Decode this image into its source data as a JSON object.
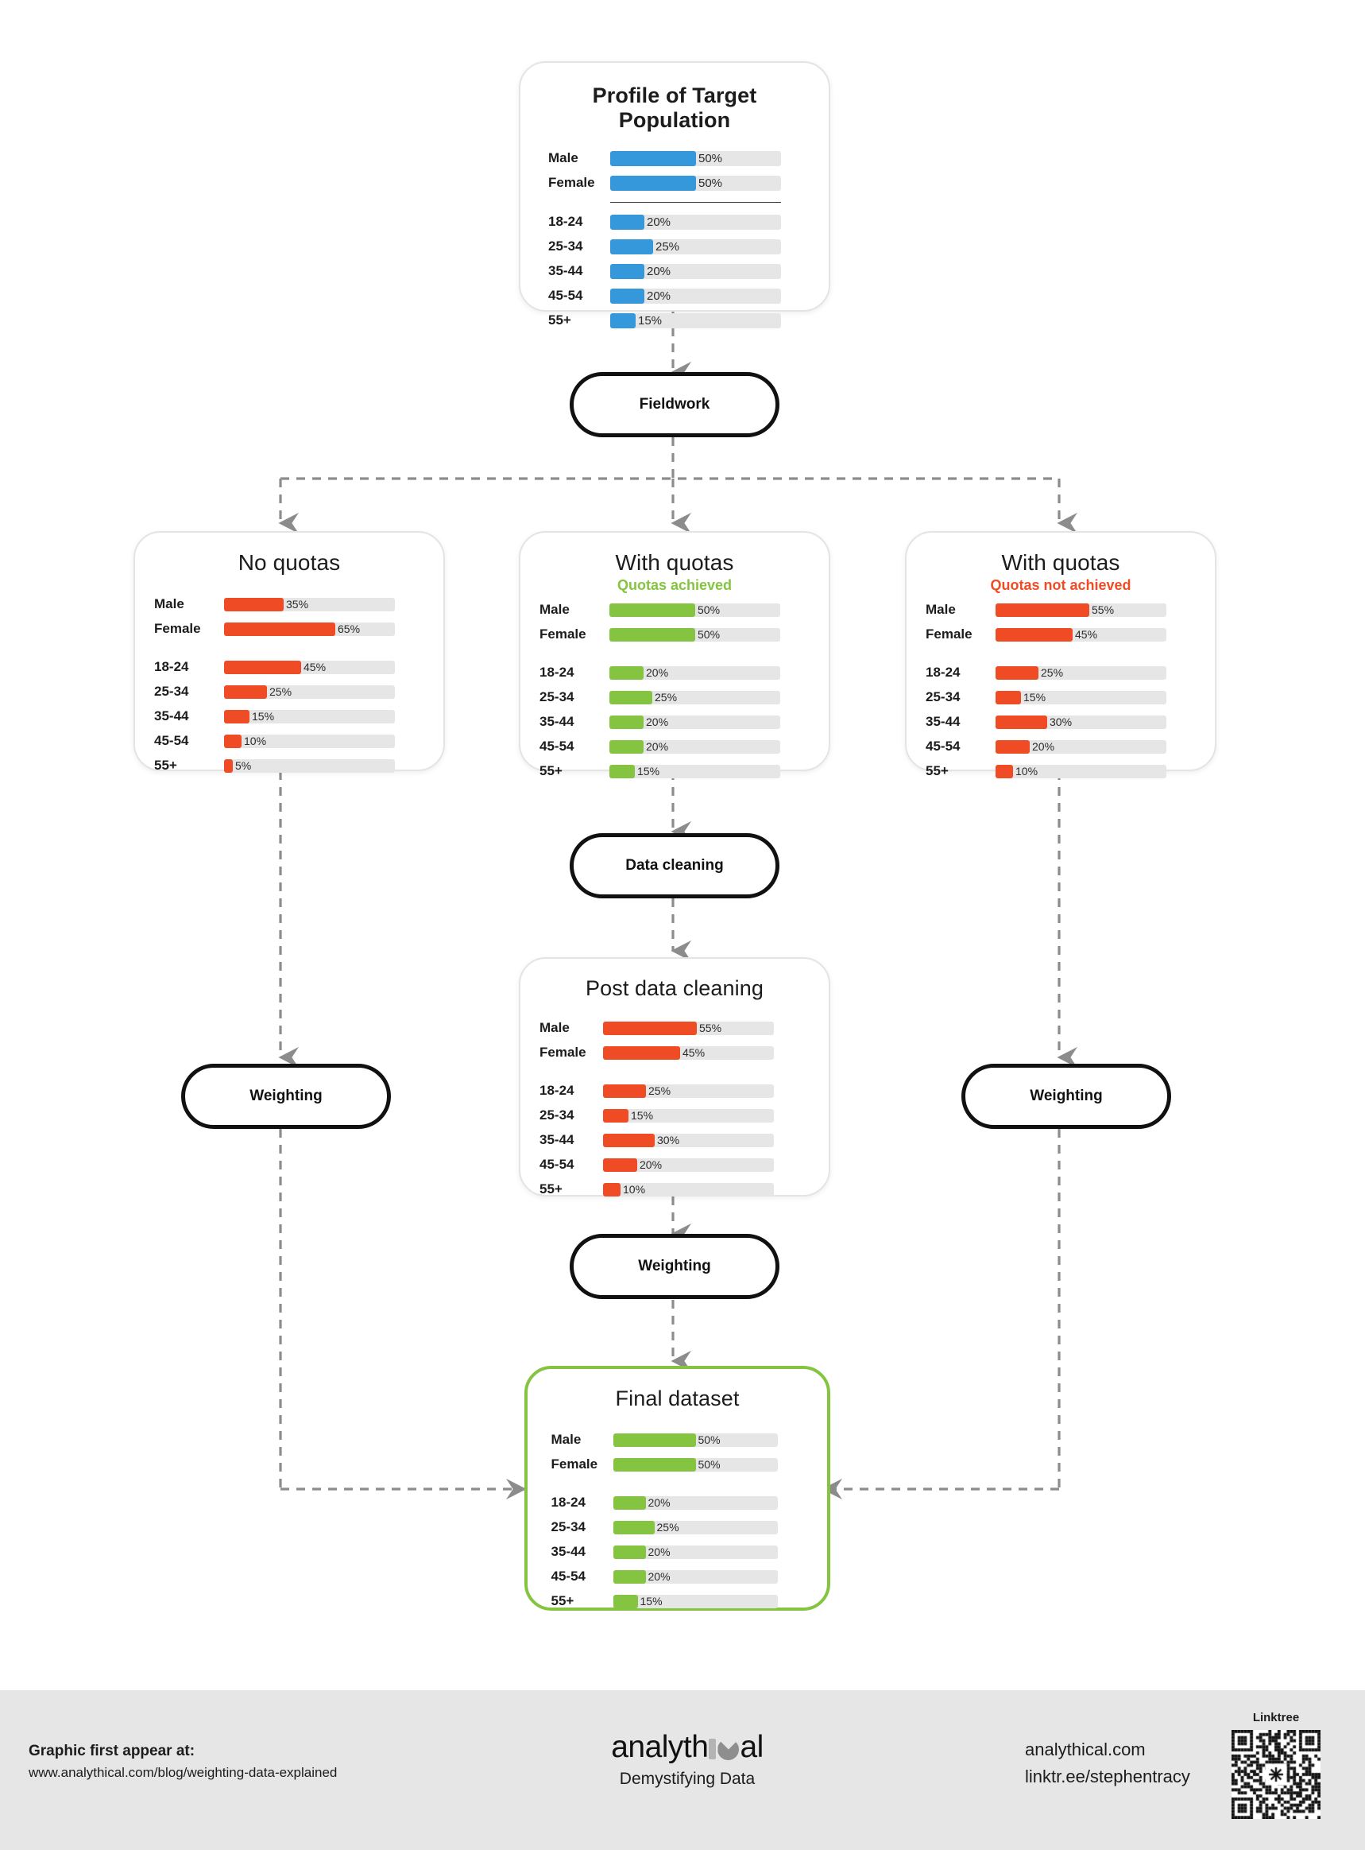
{
  "meta": {
    "background": "#ffffff",
    "colors": {
      "blue": "#3498db",
      "red": "#ef4b25",
      "green": "#85c440",
      "track": "#e6e6e6",
      "footer_bg": "#e6e6e6"
    }
  },
  "chart_data": {
    "type": "bar",
    "title": "Weighting data explained — survey sample flow",
    "xlabel": "",
    "ylabel": "",
    "xlim": [
      0,
      100
    ],
    "grid": false,
    "legend": "none",
    "categories": [
      "Male",
      "Female",
      "18-24",
      "25-34",
      "35-44",
      "45-54",
      "55+"
    ],
    "series": [
      {
        "name": "Profile of Target Population",
        "color": "#3498db",
        "values": [
          50,
          50,
          20,
          25,
          20,
          20,
          15
        ]
      },
      {
        "name": "No quotas",
        "color": "#ef4b25",
        "values": [
          35,
          65,
          45,
          25,
          15,
          10,
          5
        ]
      },
      {
        "name": "With quotas – Quotas achieved",
        "color": "#85c440",
        "values": [
          50,
          50,
          20,
          25,
          20,
          20,
          15
        ]
      },
      {
        "name": "With quotas – Quotas not achieved",
        "color": "#ef4b25",
        "values": [
          55,
          45,
          25,
          15,
          30,
          20,
          10
        ]
      },
      {
        "name": "Post data cleaning",
        "color": "#ef4b25",
        "values": [
          55,
          45,
          25,
          15,
          30,
          20,
          10
        ]
      },
      {
        "name": "Final dataset",
        "color": "#85c440",
        "values": [
          50,
          50,
          20,
          25,
          20,
          20,
          15
        ]
      }
    ]
  },
  "cards": {
    "target": {
      "title": "Profile of Target Population",
      "subtitle": "",
      "bar_color": "blue",
      "rows": [
        {
          "label": "Male",
          "value": 50,
          "value_text": "50%"
        },
        {
          "label": "Female",
          "value": 50,
          "value_text": "50%"
        },
        {
          "label": "18-24",
          "value": 20,
          "value_text": "20%"
        },
        {
          "label": "25-34",
          "value": 25,
          "value_text": "25%"
        },
        {
          "label": "35-44",
          "value": 20,
          "value_text": "20%"
        },
        {
          "label": "45-54",
          "value": 20,
          "value_text": "20%"
        },
        {
          "label": "55+",
          "value": 15,
          "value_text": "15%"
        }
      ]
    },
    "no_quotas": {
      "title": "No quotas",
      "subtitle": "",
      "bar_color": "red",
      "rows": [
        {
          "label": "Male",
          "value": 35,
          "value_text": "35%"
        },
        {
          "label": "Female",
          "value": 65,
          "value_text": "65%"
        },
        {
          "label": "18-24",
          "value": 45,
          "value_text": "45%"
        },
        {
          "label": "25-34",
          "value": 25,
          "value_text": "25%"
        },
        {
          "label": "35-44",
          "value": 15,
          "value_text": "15%"
        },
        {
          "label": "45-54",
          "value": 10,
          "value_text": "10%"
        },
        {
          "label": "55+",
          "value": 5,
          "value_text": "5%"
        }
      ]
    },
    "quotas_achieved": {
      "title": "With quotas",
      "subtitle": "Quotas achieved",
      "subtitle_color": "green",
      "bar_color": "green",
      "rows": [
        {
          "label": "Male",
          "value": 50,
          "value_text": "50%"
        },
        {
          "label": "Female",
          "value": 50,
          "value_text": "50%"
        },
        {
          "label": "18-24",
          "value": 20,
          "value_text": "20%"
        },
        {
          "label": "25-34",
          "value": 25,
          "value_text": "25%"
        },
        {
          "label": "35-44",
          "value": 20,
          "value_text": "20%"
        },
        {
          "label": "45-54",
          "value": 20,
          "value_text": "20%"
        },
        {
          "label": "55+",
          "value": 15,
          "value_text": "15%"
        }
      ]
    },
    "quotas_not_achieved": {
      "title": "With quotas",
      "subtitle": "Quotas not achieved",
      "subtitle_color": "red",
      "bar_color": "red",
      "rows": [
        {
          "label": "Male",
          "value": 55,
          "value_text": "55%"
        },
        {
          "label": "Female",
          "value": 45,
          "value_text": "45%"
        },
        {
          "label": "18-24",
          "value": 25,
          "value_text": "25%"
        },
        {
          "label": "25-34",
          "value": 15,
          "value_text": "15%"
        },
        {
          "label": "35-44",
          "value": 30,
          "value_text": "30%"
        },
        {
          "label": "45-54",
          "value": 20,
          "value_text": "20%"
        },
        {
          "label": "55+",
          "value": 10,
          "value_text": "10%"
        }
      ]
    },
    "post_cleaning": {
      "title": "Post data cleaning",
      "subtitle": "",
      "bar_color": "red",
      "rows": [
        {
          "label": "Male",
          "value": 55,
          "value_text": "55%"
        },
        {
          "label": "Female",
          "value": 45,
          "value_text": "45%"
        },
        {
          "label": "18-24",
          "value": 25,
          "value_text": "25%"
        },
        {
          "label": "25-34",
          "value": 15,
          "value_text": "15%"
        },
        {
          "label": "35-44",
          "value": 30,
          "value_text": "30%"
        },
        {
          "label": "45-54",
          "value": 20,
          "value_text": "20%"
        },
        {
          "label": "55+",
          "value": 10,
          "value_text": "10%"
        }
      ]
    },
    "final": {
      "title": "Final dataset",
      "subtitle": "",
      "bar_color": "green",
      "rows": [
        {
          "label": "Male",
          "value": 50,
          "value_text": "50%"
        },
        {
          "label": "Female",
          "value": 50,
          "value_text": "50%"
        },
        {
          "label": "18-24",
          "value": 20,
          "value_text": "20%"
        },
        {
          "label": "25-34",
          "value": 25,
          "value_text": "25%"
        },
        {
          "label": "35-44",
          "value": 20,
          "value_text": "20%"
        },
        {
          "label": "45-54",
          "value": 20,
          "value_text": "20%"
        },
        {
          "label": "55+",
          "value": 15,
          "value_text": "15%"
        }
      ]
    }
  },
  "process_steps": {
    "fieldwork": "Fieldwork",
    "data_cleaning": "Data cleaning",
    "weighting_left": "Weighting",
    "weighting_right": "Weighting",
    "weighting_center": "Weighting"
  },
  "footer": {
    "credit_title": "Graphic first appear at:",
    "credit_url": "www.analythical.com/blog/weighting-data-explained",
    "logo_part1": "analyth",
    "logo_part2": "al",
    "tagline": "Demystifying Data",
    "link_site": "analythical.com",
    "link_tree": "linktr.ee/stephentracy",
    "qr_label": "Linktree"
  }
}
